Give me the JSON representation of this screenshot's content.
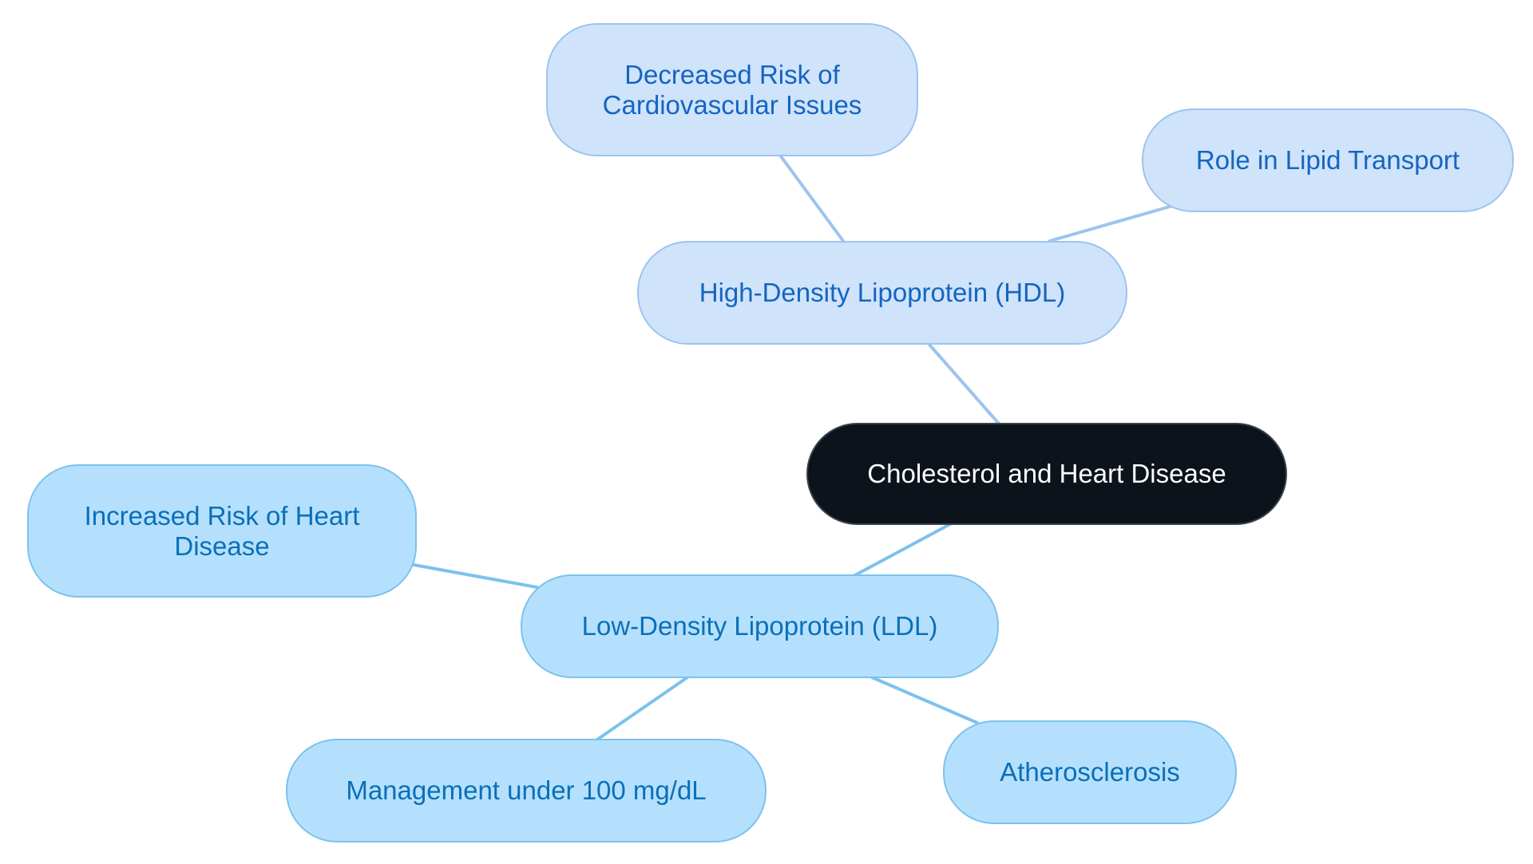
{
  "colors": {
    "root_fill": "#0d131b",
    "root_border": "#384150",
    "root_text": "#ffffff",
    "hdl_fill": "#cfe3fb",
    "hdl_border": "#9cc4ee",
    "hdl_text": "#1565c0",
    "hdl_edge": "#9cc4ee",
    "ldl_fill": "#b5e0fd",
    "ldl_border": "#7cc2ec",
    "ldl_text": "#0a6fb8",
    "ldl_edge": "#7cc2ec"
  },
  "diagram": {
    "type": "mind-map",
    "root": {
      "label": "Cholesterol and Heart Disease"
    },
    "branches": [
      {
        "label": "High-Density Lipoprotein (HDL)",
        "children": [
          {
            "label": "Decreased Risk of Cardiovascular Issues"
          },
          {
            "label": "Role in Lipid Transport"
          }
        ]
      },
      {
        "label": "Low-Density Lipoprotein (LDL)",
        "children": [
          {
            "label": "Increased Risk of Heart Disease"
          },
          {
            "label": "Management under 100 mg/dL"
          },
          {
            "label": "Atherosclerosis"
          }
        ]
      }
    ]
  }
}
